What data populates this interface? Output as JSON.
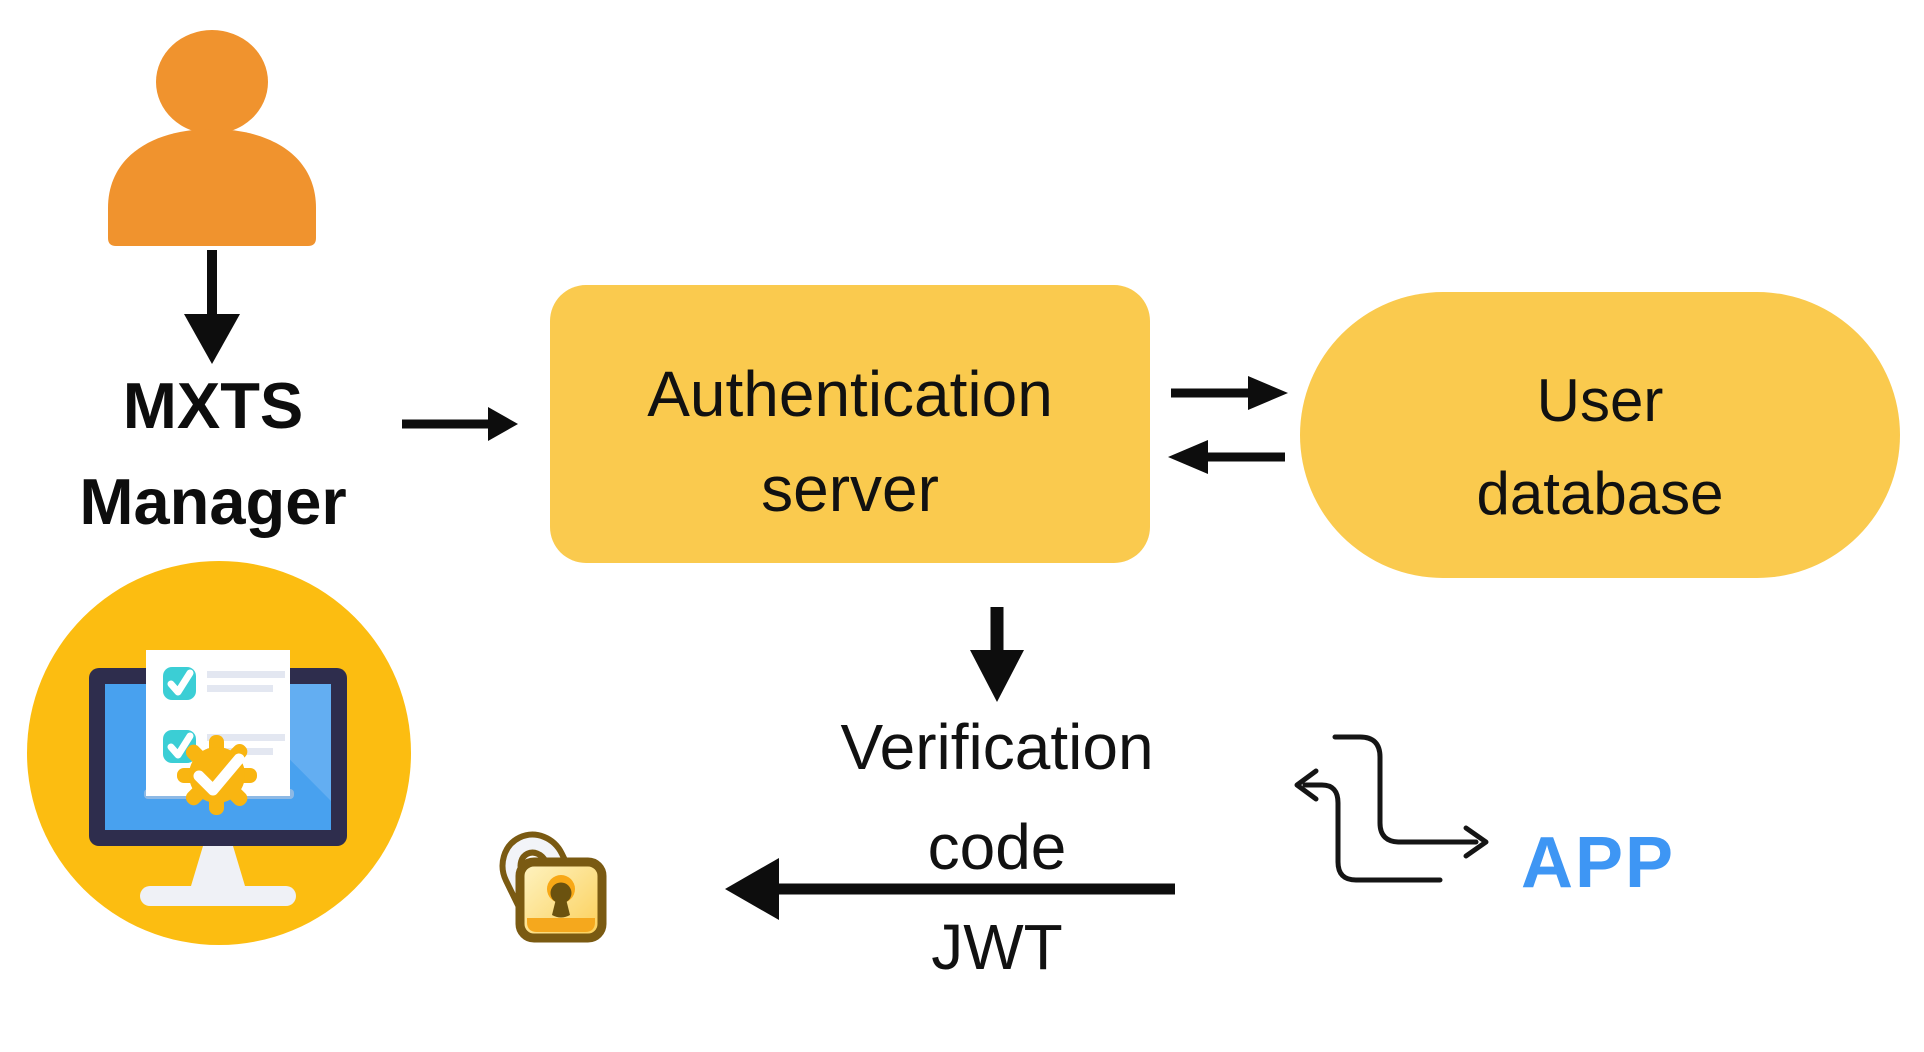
{
  "nodes": {
    "manager": {
      "line1": "MXTS",
      "line2": "Manager"
    },
    "auth_server": {
      "line1": "Authentication",
      "line2": "server"
    },
    "user_database": {
      "line1": "User",
      "line2": "database"
    },
    "verification": {
      "line1": "Verification",
      "line2": "code",
      "line3": "JWT"
    },
    "app": {
      "label": "APP"
    }
  },
  "icons": {
    "person": "person-icon",
    "approval_monitor": "approval-checklist-monitor-icon",
    "padlock": "unlocked-padlock-icon",
    "app_flow": "exchange-squiggle-arrows-icon"
  },
  "colors": {
    "person_orange": "#F0932E",
    "node_yellow": "#FACA4E",
    "badge_yellow": "#FCBD11",
    "monitor_navy": "#2E2D4D",
    "screen_blue": "#48A1EF",
    "screen_blue_light": "#63AEF2",
    "check_teal": "#3BCED5",
    "doc_line_grey": "#E3E7F1",
    "gear_yellow": "#F9B511",
    "stand_grey": "#EFF1F6",
    "arrow_black": "#0D0D0D",
    "app_blue": "#3E96F4",
    "lock_outline": "#7A5A12",
    "lock_gold_light": "#FEF4C4",
    "lock_gold": "#FBCE55",
    "lock_orange": "#F5A81D",
    "background": "#FFFFFF"
  }
}
